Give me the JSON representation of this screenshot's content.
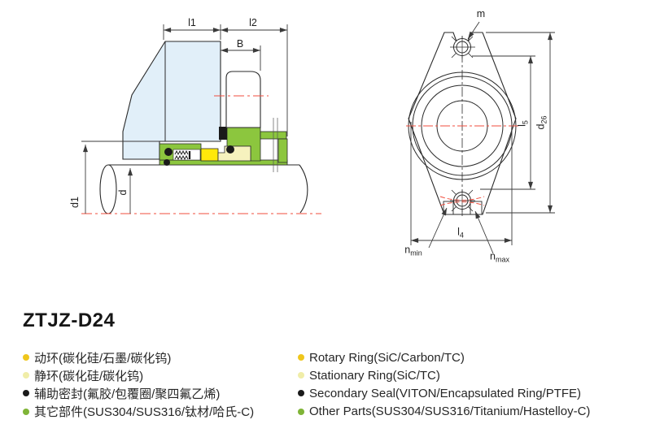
{
  "model": {
    "title": "ZTJZ-D24"
  },
  "drawing": {
    "side_view": {
      "description": "mechanical seal cross-section on shaft",
      "labels": {
        "l1": "l1",
        "l2": "l2",
        "B": "B",
        "d1": "d1",
        "d": "d"
      }
    },
    "front_view": {
      "description": "gland plate front view with bolt slots",
      "labels": {
        "m": "m",
        "l5": {
          "base": "l",
          "sub": "5"
        },
        "d26": {
          "base": "d",
          "sub": "26"
        },
        "l4": {
          "base": "l",
          "sub": "4"
        },
        "nmin": {
          "base": "n",
          "sub": "min"
        },
        "nmax": {
          "base": "n",
          "sub": "max"
        }
      }
    },
    "colors": {
      "metal_parts_green": "#8CC63E",
      "gland_blue": "#E1EFF9",
      "rotary_ring_yellow": "#FFE90A",
      "stationary_ring_cream": "#F6F2BE",
      "secondary_seal_black": "#1A1A1A",
      "centerline_red": "#F04E3E",
      "line": "#3A3A3A"
    }
  },
  "legend": {
    "chinese": [
      {
        "bullet": "#EFC61C",
        "text": "动环(碳化硅/石墨/碳化钨)"
      },
      {
        "bullet": "#F0EDA8",
        "text": "静环(碳化硅/碳化钨)"
      },
      {
        "bullet": "#1A1A1A",
        "text": "辅助密封(氟胶/包覆圈/聚四氟乙烯)"
      },
      {
        "bullet": "#7FB437",
        "text": "其它部件(SUS304/SUS316/钛材/哈氏-C)"
      }
    ],
    "english": [
      {
        "bullet": "#EFC61C",
        "text": "Rotary Ring(SiC/Carbon/TC)"
      },
      {
        "bullet": "#F0EDA8",
        "text": "Stationary Ring(SiC/TC)"
      },
      {
        "bullet": "#1A1A1A",
        "text": "Secondary Seal(VITON/Encapsulated Ring/PTFE)"
      },
      {
        "bullet": "#7FB437",
        "text": "Other Parts(SUS304/SUS316/Titanium/Hastelloy-C)"
      }
    ]
  }
}
